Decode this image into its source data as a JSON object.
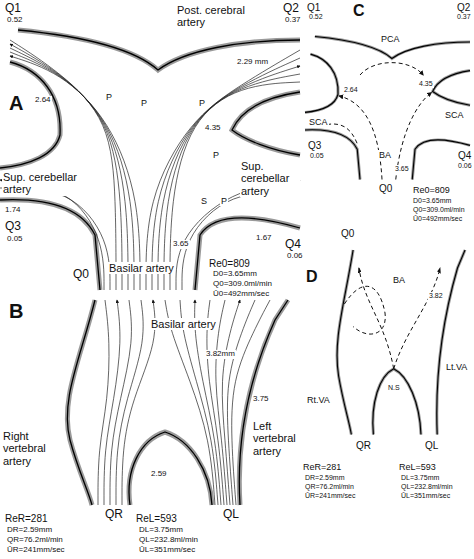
{
  "diagram": {
    "labels": [
      "Q1",
      "0.52",
      "Post. cerebral artery",
      "Q2",
      "0.37",
      "A",
      "2.64",
      "P",
      "P",
      "P",
      "2.29 mm",
      "4.35",
      "P",
      "S",
      "P",
      "Sup. cerebellar artery",
      "1.74",
      "Q3",
      "0.05",
      "Sup. cerebellar artery",
      "3.65",
      "1.67",
      "Q4",
      "0.06",
      "Q0",
      "Basilar artery",
      "Re0=809",
      "D0=3.65mm",
      "Q0=309.0ml/min",
      "Ū0=492mm/sec",
      "B",
      "Basilar artery",
      "3.82mm",
      "3.75",
      "Right vertebral artery",
      "Left vertebral artery",
      "2.59",
      "QR",
      "QL",
      "ReR=281",
      "DR=2.59mm",
      "QR=76.2ml/min",
      "ŪR=241mm/sec",
      "ReL=593",
      "DL=3.75mm",
      "QL=232.8ml/min",
      "ŪL=351mm/sec",
      "Q1",
      "0.52",
      "PCA",
      "Q2",
      "0.37",
      "C",
      "2.64",
      "4.35",
      "SCA",
      "SCA",
      "Q3",
      "0.05",
      "Q4",
      "0.06",
      "Q0",
      "BA",
      "3.65",
      "Re0=809",
      "D0=3.65mm",
      "Q0=309.0ml/min",
      "Ū0=492mm/sec",
      "Q0",
      "D",
      "BA",
      "3.82",
      "Rt.VA",
      "Lt.VA",
      "N.S",
      "QR",
      "QL",
      "ReR=281",
      "DR=2.59mm",
      "QR=76.2ml/min",
      "ŪR=241mm/sec",
      "ReL=593",
      "DL=3.75mm",
      "QL=232.8ml/min",
      "ŪL=351mm/sec"
    ]
  }
}
